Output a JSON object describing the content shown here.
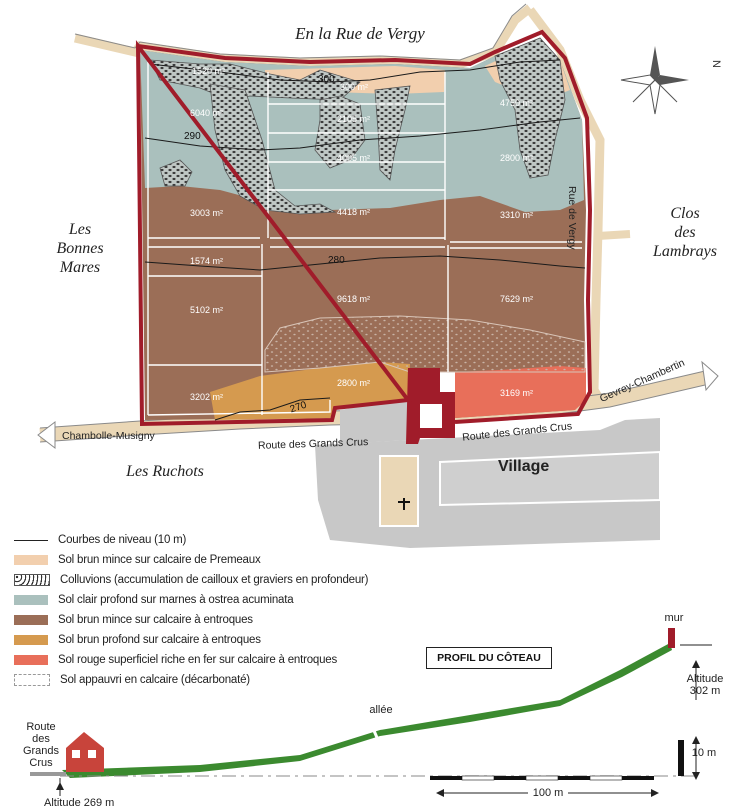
{
  "places": {
    "north": "En la Rue de Vergy",
    "west": "Les\nBonnes\nMares",
    "east": "Clos\ndes\nLambrays",
    "south": "Les Ruchots",
    "village": "Village"
  },
  "roads": {
    "chambolle": "Chambolle-Musigny",
    "gevrey": "Gevrey-Chambertin",
    "grands_crus_left": "Route des Grands Crus",
    "grands_crus_right": "Route des Grands Crus",
    "rue_de_vergy": "Rue de Vergy"
  },
  "compass_letter": "N",
  "contours": [
    "300",
    "290",
    "280",
    "270"
  ],
  "parcels": [
    "1520 m²",
    "300 m²",
    "6040 m²",
    "2105 m²",
    "4750 m²",
    "4005 m²",
    "2800 m²",
    "3003 m²",
    "4418 m²",
    "3310 m²",
    "1574 m²",
    "5102 m²",
    "9618 m²",
    "7629 m²",
    "3202 m²",
    "2800 m²",
    "3169 m²"
  ],
  "legend": [
    {
      "label": "Courbes de niveau (10 m)",
      "kind": "line",
      "color": "#222222"
    },
    {
      "label": "Sol brun mince sur calcaire de Premeaux",
      "kind": "fill",
      "color": "#f2cfae"
    },
    {
      "label": "Colluvions (accumulation de cailloux et graviers en profondeur)",
      "kind": "dots",
      "color": "#bbbbbb"
    },
    {
      "label": "Sol clair profond sur marnes à ostrea acuminata",
      "kind": "fill",
      "color": "#aac0bd"
    },
    {
      "label": "Sol brun mince sur calcaire à entroques",
      "kind": "fill",
      "color": "#9b6e57"
    },
    {
      "label": "Sol brun profond sur calcaire à entroques",
      "kind": "fill",
      "color": "#d59a4f"
    },
    {
      "label": "Sol rouge superficiel riche en fer sur calcaire à entroques",
      "kind": "fill",
      "color": "#e86f5a"
    },
    {
      "label": "Sol appauvri en calcaire (décarbonaté)",
      "kind": "pale",
      "color": "#ffffff"
    }
  ],
  "profile": {
    "title": "PROFIL DU CÔTEAU",
    "mur": "mur",
    "allee": "allée",
    "altitude_top": "Altitude\n302 m",
    "altitude_bottom": "Altitude 269 m",
    "route": "Route\ndes\nGrands\nCrus",
    "scale_vertical": "10 m",
    "scale_horizontal": "100 m"
  },
  "colors": {
    "wall": "#a01c2a",
    "premeaux": "#f2cfae",
    "marnes": "#aac0bd",
    "brown": "#9b6e57",
    "deep_brown": "#d59a4f",
    "red_soil": "#e86f5a",
    "road": "#ead7b6",
    "village": "#c8c8c8",
    "profile_green": "#3b8a2f"
  }
}
